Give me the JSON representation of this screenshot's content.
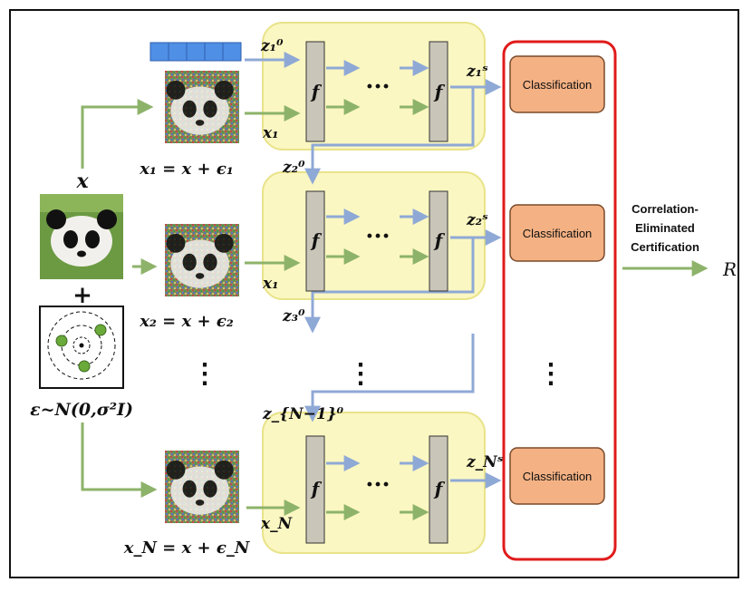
{
  "inputs": {
    "clean_label": "x",
    "plus": "+",
    "noise_dist": "ε~N(0,σ²I)",
    "sample_labels": [
      "x₁ = x + ϵ₁",
      "x₂ = x + ϵ₂",
      "x_N = x + ϵ_N"
    ],
    "vertical_dots": "⋮"
  },
  "stages": [
    {
      "z_in": "z₁⁰",
      "x_in": "x₁",
      "z_out": "z₁ˢ"
    },
    {
      "z_in": "z₂⁰",
      "x_in": "x₁",
      "z_out": "z₂ˢ"
    },
    {
      "z_in": "z_{N−1}⁰",
      "x_in": "x_N",
      "z_out": "z_Nˢ"
    }
  ],
  "extra_z_label": "z₃⁰",
  "block_label": "f",
  "ellipsis": "···",
  "classifier_label": "Classification",
  "certification_label": [
    "Correlation-",
    "Eliminated",
    "Certification"
  ],
  "output_label": "R",
  "colors": {
    "green_arrow": "#8db36a",
    "blue_arrow": "#8fa9d6",
    "yellow_box": "#fbf7c2",
    "yellow_border": "#e9e38a",
    "f_block": "#c9c5b8",
    "classifier_fill": "#f4b183",
    "red_frame": "#e01b1b",
    "token_blue": "#4f8fe6"
  }
}
